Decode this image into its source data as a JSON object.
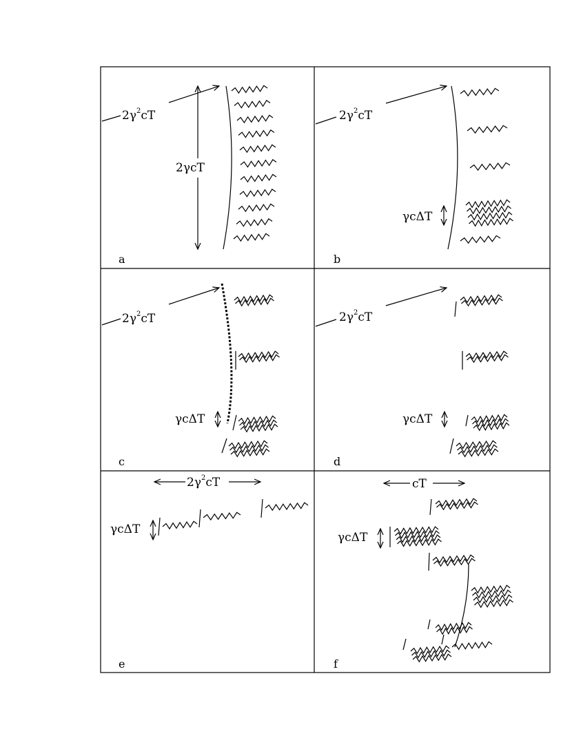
{
  "panels": {
    "a": {
      "letter": "a",
      "arrow_base": "2γ",
      "arrow_sup": "2",
      "arrow_tail": "cT",
      "vertical_label": "2γcT"
    },
    "b": {
      "letter": "b",
      "arrow_base": "2γ",
      "arrow_sup": "2",
      "arrow_tail": "cT",
      "delta_label": "γcΔT"
    },
    "c": {
      "letter": "c",
      "arrow_base": "2γ",
      "arrow_sup": "2",
      "arrow_tail": "cT",
      "delta_label": "γcΔT"
    },
    "d": {
      "letter": "d",
      "arrow_base": "2γ",
      "arrow_sup": "2",
      "arrow_tail": "cT",
      "delta_label": "γcΔT"
    },
    "e": {
      "letter": "e",
      "span_base": "2γ",
      "span_sup": "2",
      "span_tail": "cT",
      "delta_label": "γcΔT"
    },
    "f": {
      "letter": "f",
      "span_label": "cT",
      "delta_label": "γcΔT"
    }
  }
}
